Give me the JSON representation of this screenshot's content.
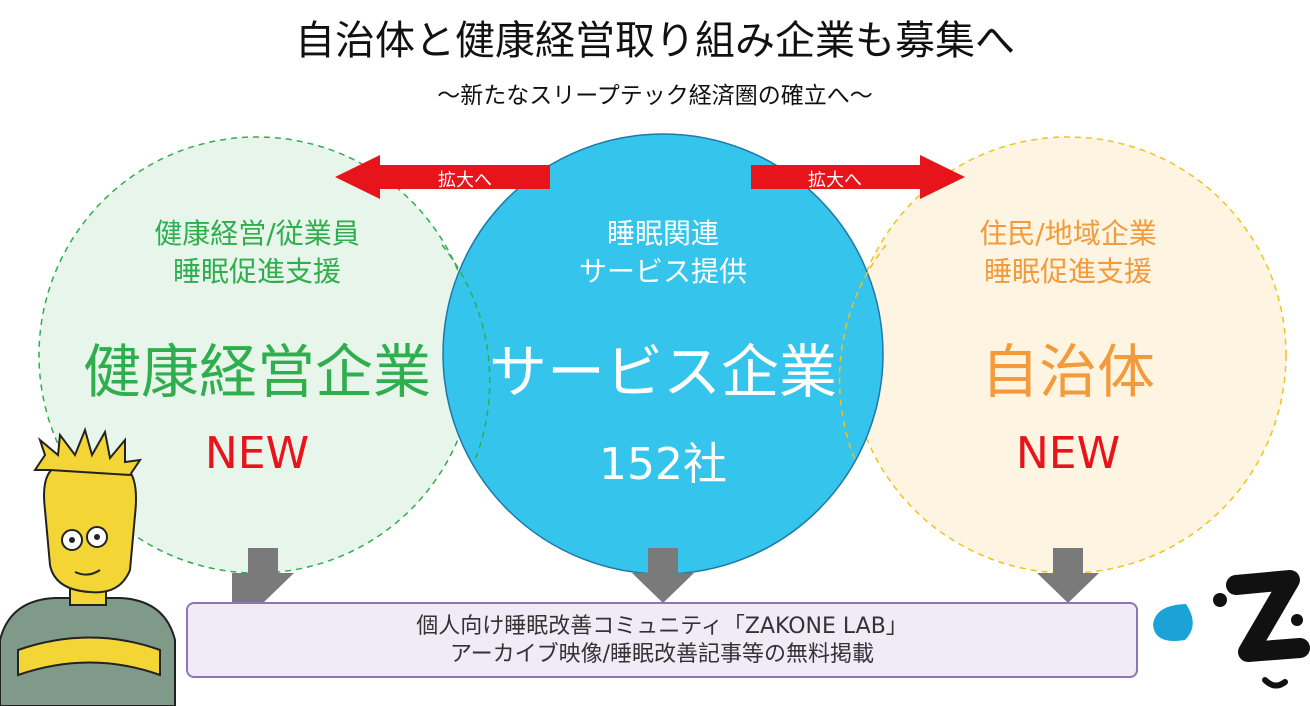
{
  "title": "自治体と健康経営取り組み企業も募集へ",
  "subtitle": "～新たなスリープテック経済圏の確立へ～",
  "arrows": {
    "left_label": "拡大へ",
    "right_label": "拡大へ"
  },
  "circles": {
    "left": {
      "line1": "健康経営/従業員",
      "line2": "睡眠促進支援",
      "name": "健康経営企業",
      "status": "NEW"
    },
    "center": {
      "line1": "睡眠関連",
      "line2": "サービス提供",
      "name": "サービス企業",
      "count": "152社"
    },
    "right": {
      "line1": "住民/地域企業",
      "line2": "睡眠促進支援",
      "name": "自治体",
      "status": "NEW"
    }
  },
  "bottom_box": {
    "line1": "個人向け睡眠改善コミュニティ「ZAKONE LAB」",
    "line2": "アーカイブ映像/睡眠改善記事等の無料掲載"
  },
  "colors": {
    "green": "#2fae4e",
    "blue": "#34c4ec",
    "orange": "#f39a3c",
    "red": "#e8141b",
    "purple": "#8e76b6"
  }
}
